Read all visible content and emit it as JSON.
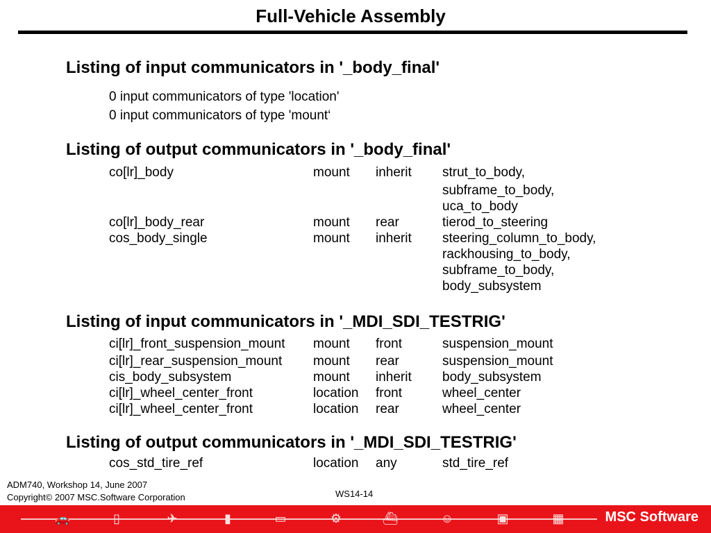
{
  "title": "Full-Vehicle Assembly",
  "sections": {
    "input_body": {
      "heading": "Listing of input communicators in '_body_final'",
      "lines": [
        "0 input communicators of type 'location'",
        "0 input communicators of type 'mount‘"
      ]
    },
    "output_body": {
      "heading": "Listing of output communicators in '_body_final'",
      "rows": [
        [
          "co[lr]_body",
          "mount",
          "inherit",
          "strut_to_body,"
        ],
        [
          "",
          "",
          "",
          "subframe_to_body,"
        ],
        [
          "",
          "",
          "",
          "uca_to_body"
        ],
        [
          "co[lr]_body_rear",
          "mount",
          "rear",
          "tierod_to_steering"
        ],
        [
          "cos_body_single",
          "mount",
          "inherit",
          "steering_column_to_body,"
        ],
        [
          "",
          "",
          "",
          "rackhousing_to_body,"
        ],
        [
          "",
          "",
          "",
          "subframe_to_body,"
        ],
        [
          "",
          "",
          "",
          "body_subsystem"
        ]
      ]
    },
    "input_testrig": {
      "heading": "Listing of input communicators in '_MDI_SDI_TESTRIG'",
      "rows": [
        [
          "ci[lr]_front_suspension_mount",
          "mount",
          "front",
          "suspension_mount"
        ],
        [
          "ci[lr]_rear_suspension_mount",
          "mount",
          "rear",
          "suspension_mount"
        ],
        [
          "cis_body_subsystem",
          "mount",
          "inherit",
          "body_subsystem"
        ],
        [
          "ci[lr]_wheel_center_front",
          "location",
          "front",
          "wheel_center"
        ],
        [
          "ci[lr]_wheel_center_front",
          "location",
          "rear",
          "wheel_center"
        ]
      ]
    },
    "output_testrig": {
      "heading": "Listing of output communicators in '_MDI_SDI_TESTRIG'",
      "rows": [
        [
          "cos_std_tire_ref",
          "location",
          "any",
          "std_tire_ref"
        ]
      ]
    }
  },
  "footer": {
    "course": "ADM740, Workshop 14, June 2007",
    "copyright": "Copyright© 2007 MSC.Software Corporation",
    "page": "WS14-14"
  },
  "brand": "MSC Software",
  "colors": {
    "band": "#e8141a"
  },
  "band_icons": [
    "car-icon",
    "phone-icon",
    "airplane-icon",
    "bottle-icon",
    "train-icon",
    "gear-icon",
    "ship-icon",
    "person-icon",
    "truck-icon",
    "building-icon"
  ]
}
